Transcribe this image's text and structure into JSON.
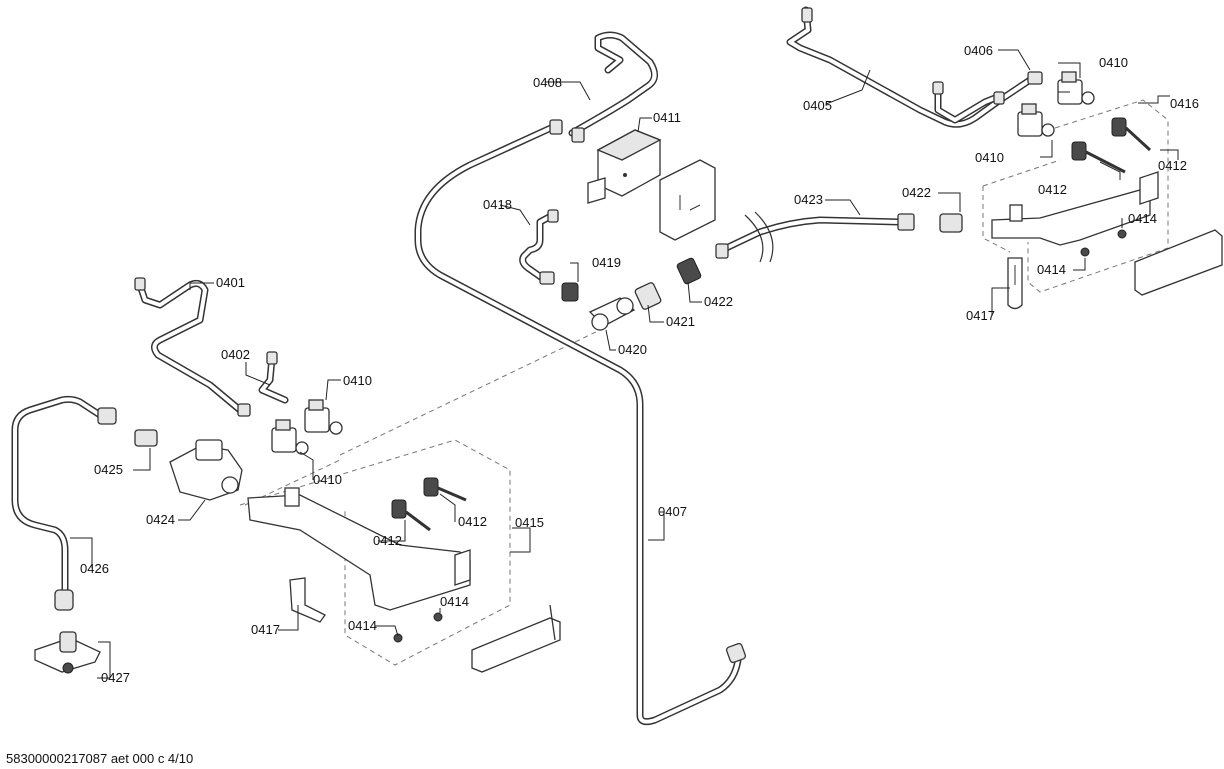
{
  "footer": "58300000217087 aet 000 c 4/10",
  "labels": [
    {
      "id": "l0401",
      "text": "0401"
    },
    {
      "id": "l0402",
      "text": "0402"
    },
    {
      "id": "l0405",
      "text": "0405"
    },
    {
      "id": "l0406",
      "text": "0406"
    },
    {
      "id": "l0407",
      "text": "0407"
    },
    {
      "id": "l0408",
      "text": "0408"
    },
    {
      "id": "l0410a",
      "text": "0410"
    },
    {
      "id": "l0410b",
      "text": "0410"
    },
    {
      "id": "l0410c",
      "text": "0410"
    },
    {
      "id": "l0410d",
      "text": "0410"
    },
    {
      "id": "l0411",
      "text": "0411"
    },
    {
      "id": "l0412a",
      "text": "0412"
    },
    {
      "id": "l0412b",
      "text": "0412"
    },
    {
      "id": "l0412c",
      "text": "0412"
    },
    {
      "id": "l0412d",
      "text": "0412"
    },
    {
      "id": "l0414a",
      "text": "0414"
    },
    {
      "id": "l0414b",
      "text": "0414"
    },
    {
      "id": "l0414c",
      "text": "0414"
    },
    {
      "id": "l0414d",
      "text": "0414"
    },
    {
      "id": "l0415",
      "text": "0415"
    },
    {
      "id": "l0416",
      "text": "0416"
    },
    {
      "id": "l0417a",
      "text": "0417"
    },
    {
      "id": "l0417b",
      "text": "0417"
    },
    {
      "id": "l0418",
      "text": "0418"
    },
    {
      "id": "l0419",
      "text": "0419"
    },
    {
      "id": "l0420",
      "text": "0420"
    },
    {
      "id": "l0421",
      "text": "0421"
    },
    {
      "id": "l0422a",
      "text": "0422"
    },
    {
      "id": "l0422b",
      "text": "0422"
    },
    {
      "id": "l0423",
      "text": "0423"
    },
    {
      "id": "l0424",
      "text": "0424"
    },
    {
      "id": "l0425",
      "text": "0425"
    },
    {
      "id": "l0426",
      "text": "0426"
    },
    {
      "id": "l0427",
      "text": "0427"
    }
  ]
}
